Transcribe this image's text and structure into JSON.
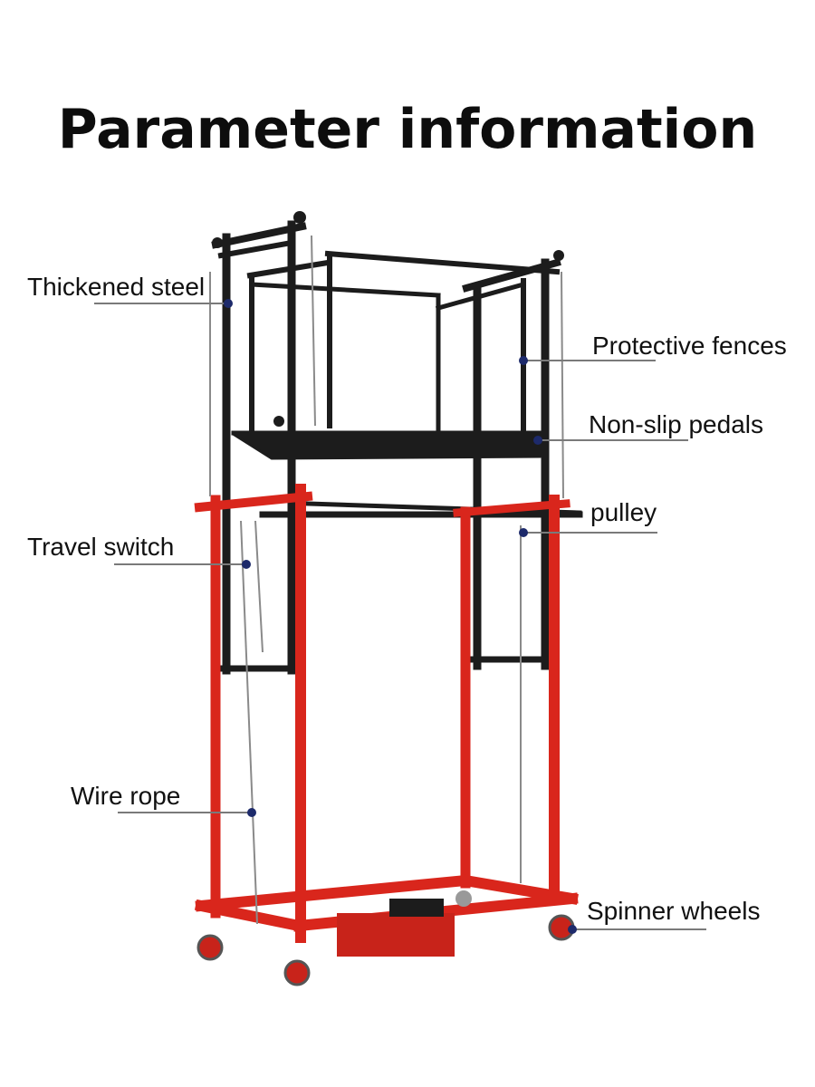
{
  "title": "Parameter information",
  "callouts": {
    "thickened_steel": "Thickened steel",
    "protective_fences": "Protective fences",
    "non_slip_pedals": "Non-slip pedals",
    "pulley": "pulley",
    "travel_switch": "Travel switch",
    "wire_rope": "Wire rope",
    "spinner_wheels": "Spinner wheels"
  },
  "colors": {
    "frame_red": "#d9261c",
    "frame_black": "#1c1c1c",
    "leader_line": "#7a7a7a",
    "marker_dot": "#1d2a6b"
  }
}
